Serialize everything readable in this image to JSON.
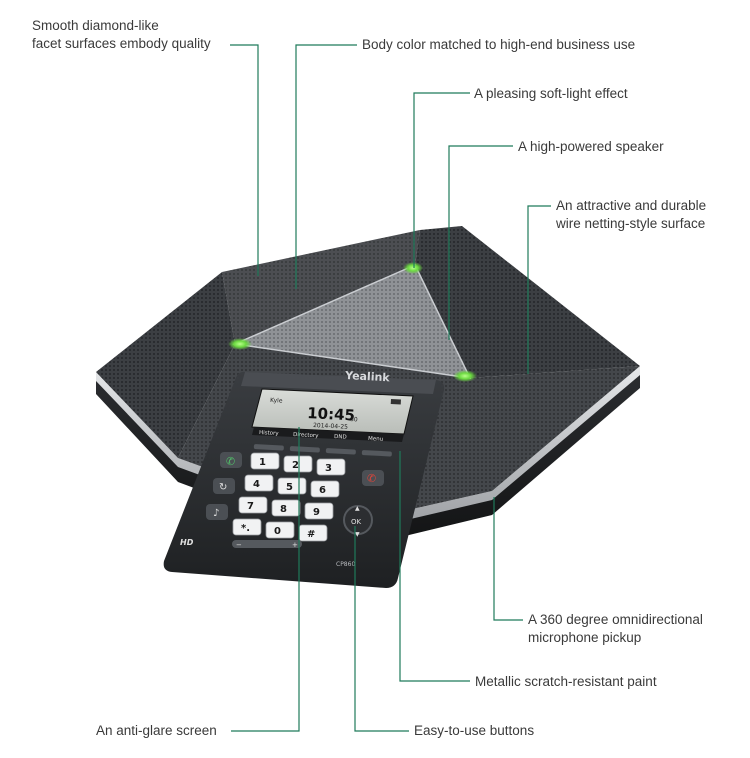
{
  "callouts": {
    "facets": {
      "line1": "Smooth diamond-like",
      "line2": "facet surfaces embody quality"
    },
    "body_color": "Body color matched to high-end business use",
    "soft_light": "A pleasing soft-light effect",
    "speaker": "A high-powered speaker",
    "wire": {
      "line1": "An attractive and durable",
      "line2": "wire netting-style surface"
    },
    "microphone": {
      "line1": "A 360 degree omnidirectional",
      "line2": "microphone pickup"
    },
    "paint": "Metallic scratch-resistant paint",
    "screen": "An anti-glare screen",
    "buttons": "Easy-to-use buttons"
  },
  "device": {
    "brand": "Yealink",
    "model": "CP860",
    "hd_badge": "HD",
    "display": {
      "user": "Kyle",
      "time": "10:45",
      "seconds": "30",
      "date": "2014-04-25",
      "softkeys": [
        "History",
        "Directory",
        "DND",
        "Menu"
      ]
    },
    "keypad": [
      "1",
      "2",
      "3",
      "4",
      "5",
      "6",
      "7",
      "8",
      "9",
      "*.",
      "0",
      "#"
    ],
    "ok_key": "OK"
  },
  "colors": {
    "callout_line": "#1f7a5a",
    "led": "#7ee05a",
    "body_dark": "#2a2c2f",
    "text": "#3a3a3a"
  }
}
